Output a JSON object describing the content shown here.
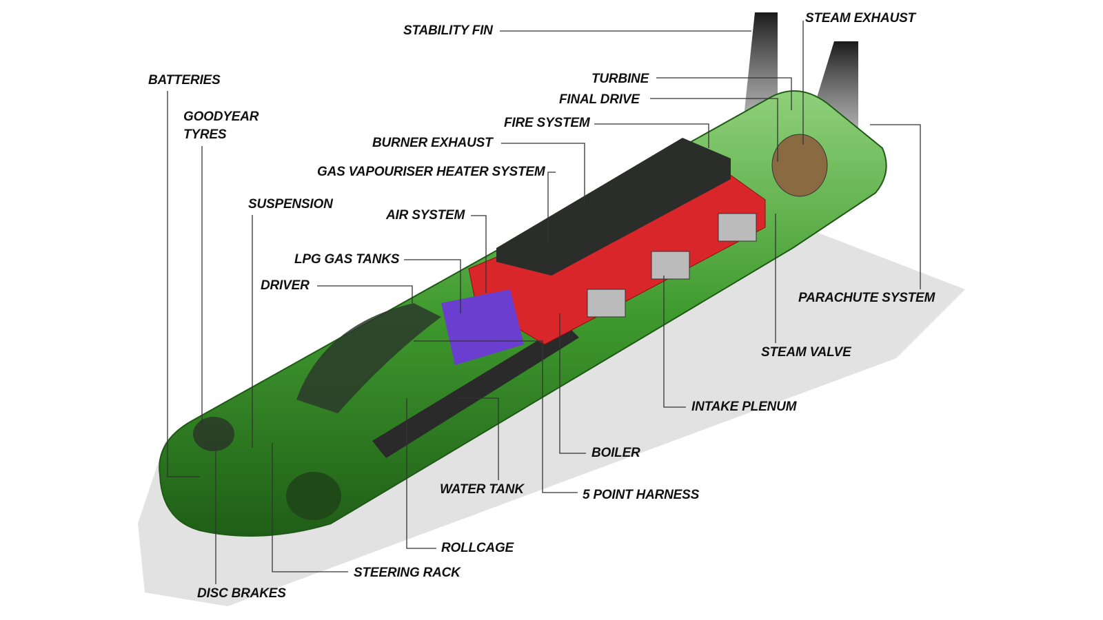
{
  "labels": {
    "stability_fin": "STABILITY FIN",
    "steam_exhaust": "STEAM EXHAUST",
    "batteries": "BATTERIES",
    "goodyear_tyres_1": "GOODYEAR",
    "goodyear_tyres_2": "TYRES",
    "suspension": "SUSPENSION",
    "turbine": "TURBINE",
    "final_drive": "FINAL DRIVE",
    "fire_system": "FIRE SYSTEM",
    "burner_exhaust": "BURNER EXHAUST",
    "gas_vapouriser": "GAS VAPOURISER HEATER SYSTEM",
    "air_system": "AIR SYSTEM",
    "lpg_gas_tanks": "LPG GAS TANKS",
    "driver": "DRIVER",
    "parachute_system": "PARACHUTE SYSTEM",
    "steam_valve": "STEAM VALVE",
    "intake_plenum": "INTAKE PLENUM",
    "boiler": "BOILER",
    "five_point_harness": "5 POINT HARNESS",
    "water_tank": "WATER TANK",
    "rollcage": "ROLLCAGE",
    "steering_rack": "STEERING RACK",
    "disc_brakes": "DISC BRAKES"
  },
  "colors": {
    "body": "#3f9a2e",
    "boiler": "#d8262a",
    "tanks": "#6a3fd0",
    "fin": "#2a2a2a"
  }
}
